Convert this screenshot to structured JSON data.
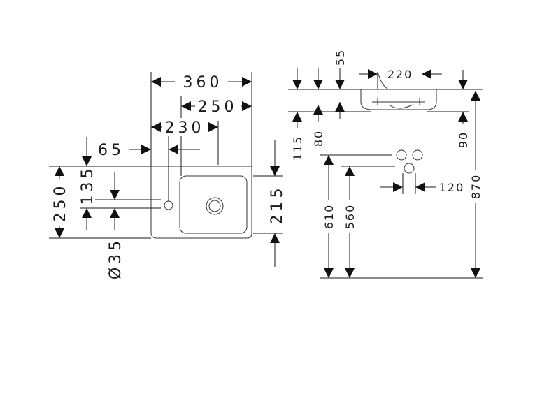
{
  "top_view": {
    "width_label": "360",
    "bowl_width_label": "250",
    "tap_offset_label": "230",
    "rim_left_label": "65",
    "depth_label": "250",
    "tap_depth_label": "135",
    "bowl_depth_label": "215",
    "tap_hole_label": "Ø35"
  },
  "side_view": {
    "waste_width_label": "220",
    "top_rim_label": "55",
    "rim_height_label": "115",
    "bowl_height_label": "80",
    "right_height_label": "90",
    "total_height_label": "870",
    "waste_height_label": "610",
    "supply_height_label": "560",
    "supply_spacing_label": "120"
  }
}
